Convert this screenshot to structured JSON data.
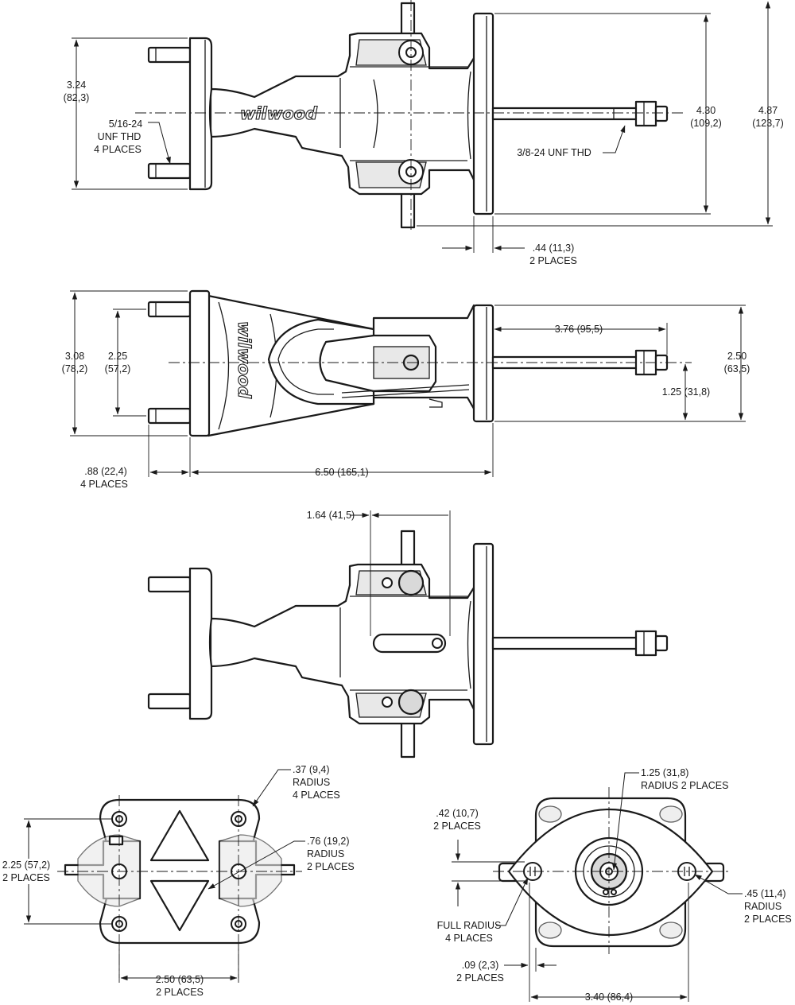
{
  "brand": "wilwood",
  "views": {
    "top": {
      "dims": {
        "d324": [
          "3.24",
          "(82,3)"
        ],
        "d516": [
          "5/16-24",
          "UNF THD",
          "4 PLACES"
        ],
        "d38": [
          "3/8-24 UNF THD"
        ],
        "d430": [
          "4.30",
          "(109,2)"
        ],
        "d487": [
          "4.87",
          "(123,7)"
        ],
        "d44": [
          ".44 (11,3)",
          "2 PLACES"
        ]
      }
    },
    "side": {
      "dims": {
        "d308": [
          "3.08",
          "(78,2)"
        ],
        "d225": [
          "2.25",
          "(57,2)"
        ],
        "d376": [
          "3.76 (95,5)"
        ],
        "d250": [
          "2.50",
          "(63,5)"
        ],
        "d125": [
          "1.25 (31,8)"
        ],
        "d88": [
          ".88 (22,4)",
          "4 PLACES"
        ],
        "d650": [
          "6.50 (165,1)"
        ]
      }
    },
    "bottom": {
      "dims": {
        "d164": [
          "1.64 (41,5)"
        ]
      }
    },
    "end_left": {
      "dims": {
        "d37": [
          ".37 (9,4)",
          "RADIUS",
          "4 PLACES"
        ],
        "d76": [
          ".76 (19,2)",
          "RADIUS",
          "2 PLACES"
        ],
        "d225": [
          "2.25 (57,2)",
          "2 PLACES"
        ],
        "d250": [
          "2.50 (63,5)",
          "2 PLACES"
        ]
      }
    },
    "end_right": {
      "dims": {
        "d125": [
          "1.25 (31,8)",
          "RADIUS  2 PLACES"
        ],
        "d42": [
          ".42 (10,7)",
          "2 PLACES"
        ],
        "d45": [
          ".45 (11,4)",
          "RADIUS",
          "2 PLACES"
        ],
        "dfull": [
          "FULL RADIUS",
          "4 PLACES"
        ],
        "d09": [
          ".09 (2,3)",
          "2 PLACES"
        ],
        "d340": [
          "3.40 (86,4)"
        ]
      }
    }
  }
}
